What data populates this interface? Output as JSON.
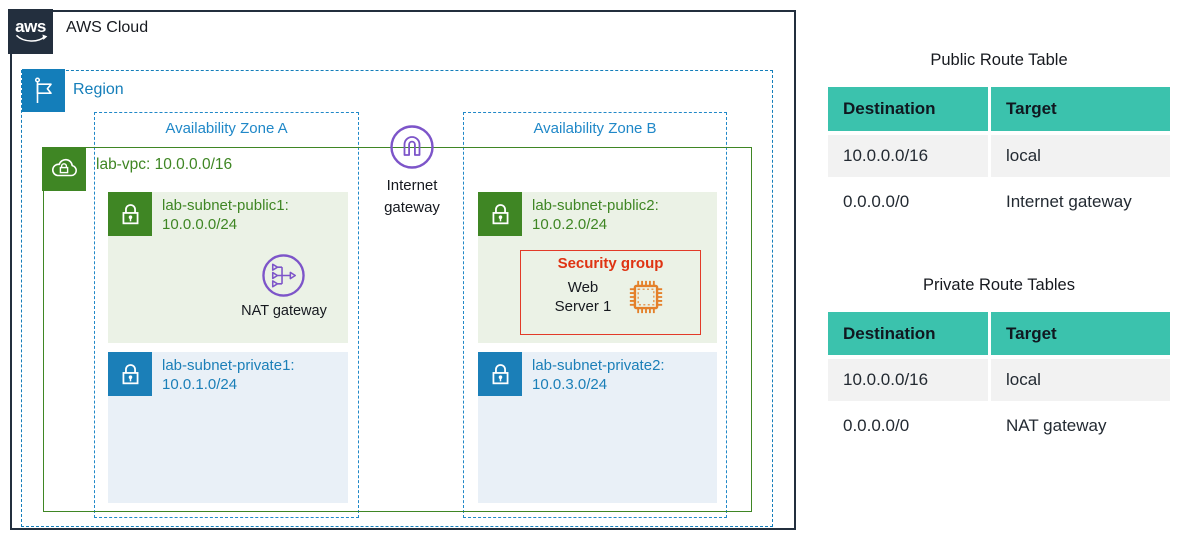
{
  "diagram": {
    "aws_logo_text": "aws",
    "aws_cloud_label": "AWS Cloud",
    "region_label": "Region",
    "az_a_label": "Availability Zone A",
    "az_b_label": "Availability Zone B",
    "vpc_label": "lab-vpc: 10.0.0.0/16",
    "internet_gateway_label": "Internet gateway",
    "nat_gateway_label": "NAT gateway",
    "subnets": {
      "public1": {
        "name": "lab-subnet-public1:",
        "cidr": "10.0.0.0/24"
      },
      "private1": {
        "name": "lab-subnet-private1:",
        "cidr": "10.0.1.0/24"
      },
      "public2": {
        "name": "lab-subnet-public2:",
        "cidr": "10.0.2.0/24"
      },
      "private2": {
        "name": "lab-subnet-private2:",
        "cidr": "10.0.3.0/24"
      }
    },
    "security_group": {
      "title": "Security group",
      "instance_label": "Web Server 1"
    },
    "icons": {
      "aws_logo": "aws-smile-logo-icon",
      "region": "flag-icon",
      "vpc": "cloud-lock-icon",
      "subnet": "lock-icon",
      "internet_gateway": "arch-gateway-icon",
      "nat_gateway": "branch-arrow-gateway-icon",
      "instance": "chip-icon"
    }
  },
  "tables": {
    "public": {
      "title": "Public Route Table",
      "headers": [
        "Destination",
        "Target"
      ],
      "rows": [
        [
          "10.0.0.0/16",
          "local"
        ],
        [
          "0.0.0.0/0",
          "Internet gateway"
        ]
      ]
    },
    "private": {
      "title": "Private Route Tables",
      "headers": [
        "Destination",
        "Target"
      ],
      "rows": [
        [
          "10.0.0.0/16",
          "local"
        ],
        [
          "0.0.0.0/0",
          "NAT gateway"
        ]
      ]
    }
  },
  "colors": {
    "aws_dark": "#232F3E",
    "region_blue": "#147EBA",
    "az_blue": "#2088C8",
    "vpc_green": "#3F8624",
    "public_subnet_bg": "#EBF2E6",
    "private_subnet_bg": "#E9F0F7",
    "private_blue": "#1B7FB8",
    "gateway_purple": "#7D55C9",
    "security_group_red": "#DF3312",
    "instance_orange": "#E4802A",
    "table_header_teal": "#3BC2AD",
    "table_row_gray": "#F2F2F2"
  }
}
